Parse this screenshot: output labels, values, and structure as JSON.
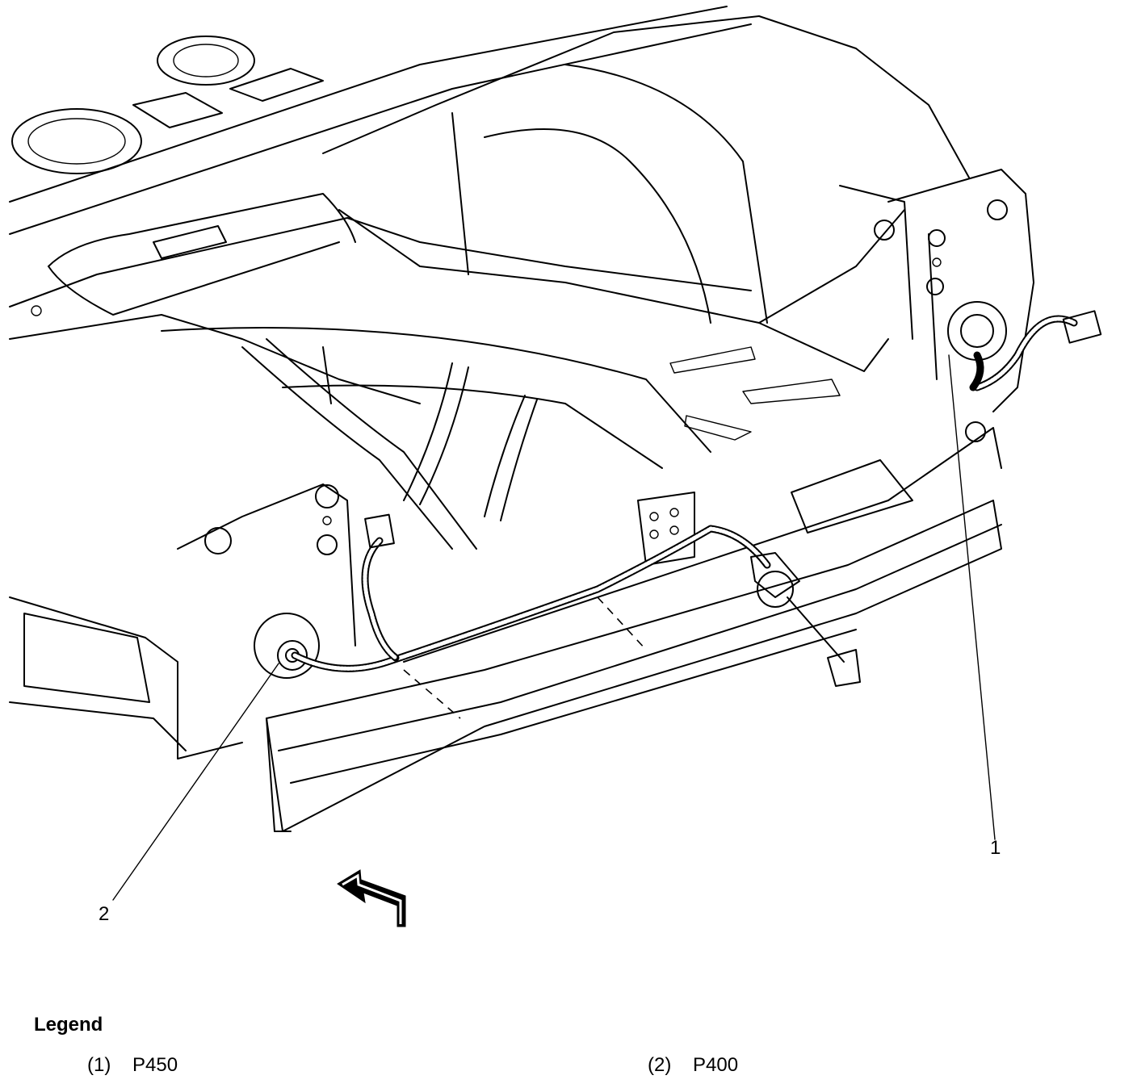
{
  "callouts": [
    {
      "number": "1"
    },
    {
      "number": "2"
    }
  ],
  "legend": {
    "title": "Legend",
    "items": [
      {
        "number": "(1)",
        "label": "P450"
      },
      {
        "number": "(2)",
        "label": "P400"
      }
    ]
  },
  "colors": {
    "line": "#000000",
    "background": "#ffffff"
  }
}
